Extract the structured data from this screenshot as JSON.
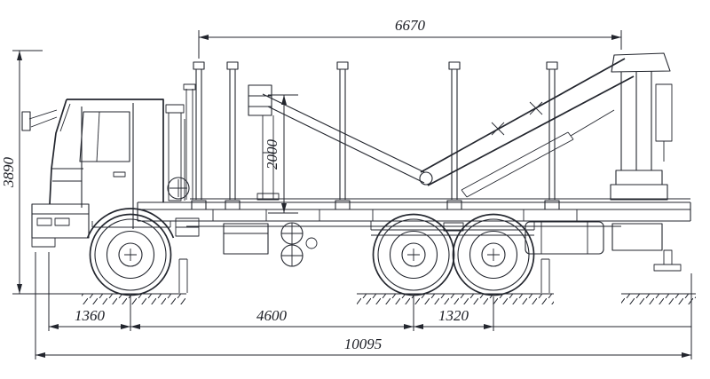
{
  "dimensions": {
    "top_span": "6670",
    "overall_height": "3890",
    "loading_height": "2000",
    "front_overhang": "1360",
    "wheelbase": "4600",
    "bogie_spacing": "1320",
    "overall_length": "10095"
  }
}
